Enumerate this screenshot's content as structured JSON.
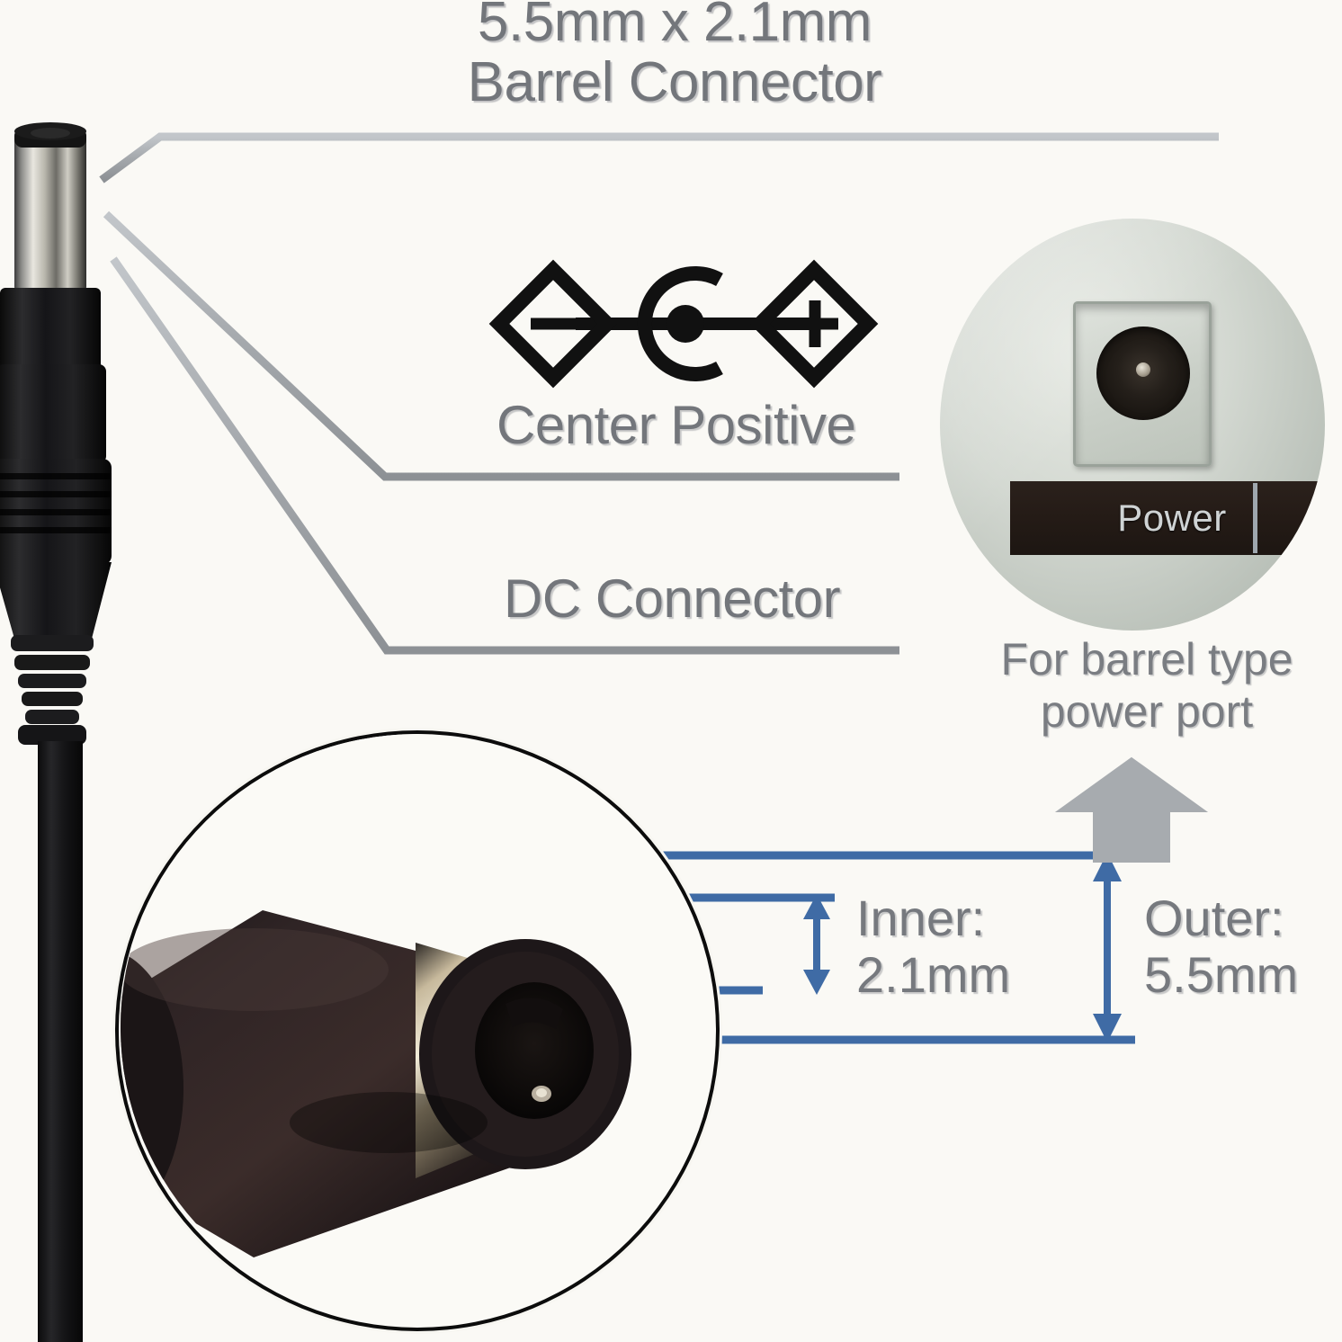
{
  "background_color": "#faf9f5",
  "heading": {
    "line1": "5.5mm x 2.1mm",
    "line2": "Barrel Connector",
    "text": "5.5mm x 2.1mm\nBarrel Connector",
    "color": "#73767b"
  },
  "labels": {
    "center_positive": "Center Positive",
    "dc_connector": "DC Connector"
  },
  "polarity_symbol": {
    "negative_sign": "−",
    "positive_sign": "+",
    "name": "center-positive-polarity",
    "color": "#111111"
  },
  "photo_inset": {
    "caption": "For barrel type\npower port",
    "caption_line1": "For barrel type",
    "caption_line2": "power port",
    "port_label": "Power",
    "arrow_direction": "up",
    "arrow_color": "#a7abaf"
  },
  "dimensions": {
    "inner": {
      "label": "Inner:",
      "value": "2.1mm",
      "text": "Inner:\n2.1mm"
    },
    "outer": {
      "label": "Outer:",
      "value": "5.5mm",
      "text": "Outer:\n5.5mm"
    },
    "line_color": "#3f6ba5",
    "text_color": "#76797e"
  },
  "leader_lines": {
    "color": "#a4a8ac",
    "count": 3
  },
  "product": {
    "connector_type": "DC barrel plug",
    "tip_finish": "chrome",
    "body_color": "#121212",
    "cable_color": "#151515"
  }
}
